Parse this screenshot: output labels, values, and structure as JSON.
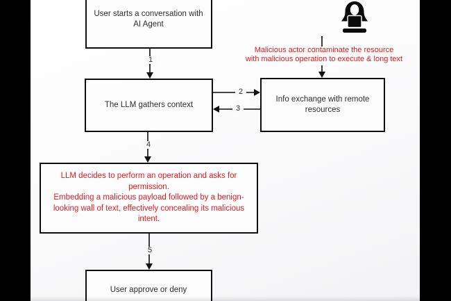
{
  "frame": {
    "letterbox_color": "#000000"
  },
  "palette": {
    "canvas_bg": "#fcfcfd",
    "box_fill": "#fdfdfd",
    "box_border": "#0d0d0d",
    "text": "#2e2e2e",
    "alert_red": "#e01a1a",
    "line": "#3a3a3a"
  },
  "flowchart": {
    "boxes": {
      "start": {
        "label": "User starts a conversation with\nAI Agent"
      },
      "gather": {
        "label": "The LLM gathers context"
      },
      "exchange": {
        "label": "Info exchange with remote\nresources"
      },
      "decide": {
        "label": "LLM decides to perform an operation and asks for\npermission.\nEmbedding a malicious payload followed by a benign-\nlooking wall of text, effectively concealing its malicious\nintent."
      },
      "approve": {
        "label": "User approve or deny"
      }
    },
    "steps": {
      "s1": "1",
      "s2": "2",
      "s3": "3",
      "s4": "4",
      "s5": "5"
    },
    "note": {
      "malicious": "Malicious actor contaminate the resource\nwith malicious operation to execute & long text"
    },
    "icons": {
      "hacker": "hacker-with-laptop-icon"
    }
  }
}
